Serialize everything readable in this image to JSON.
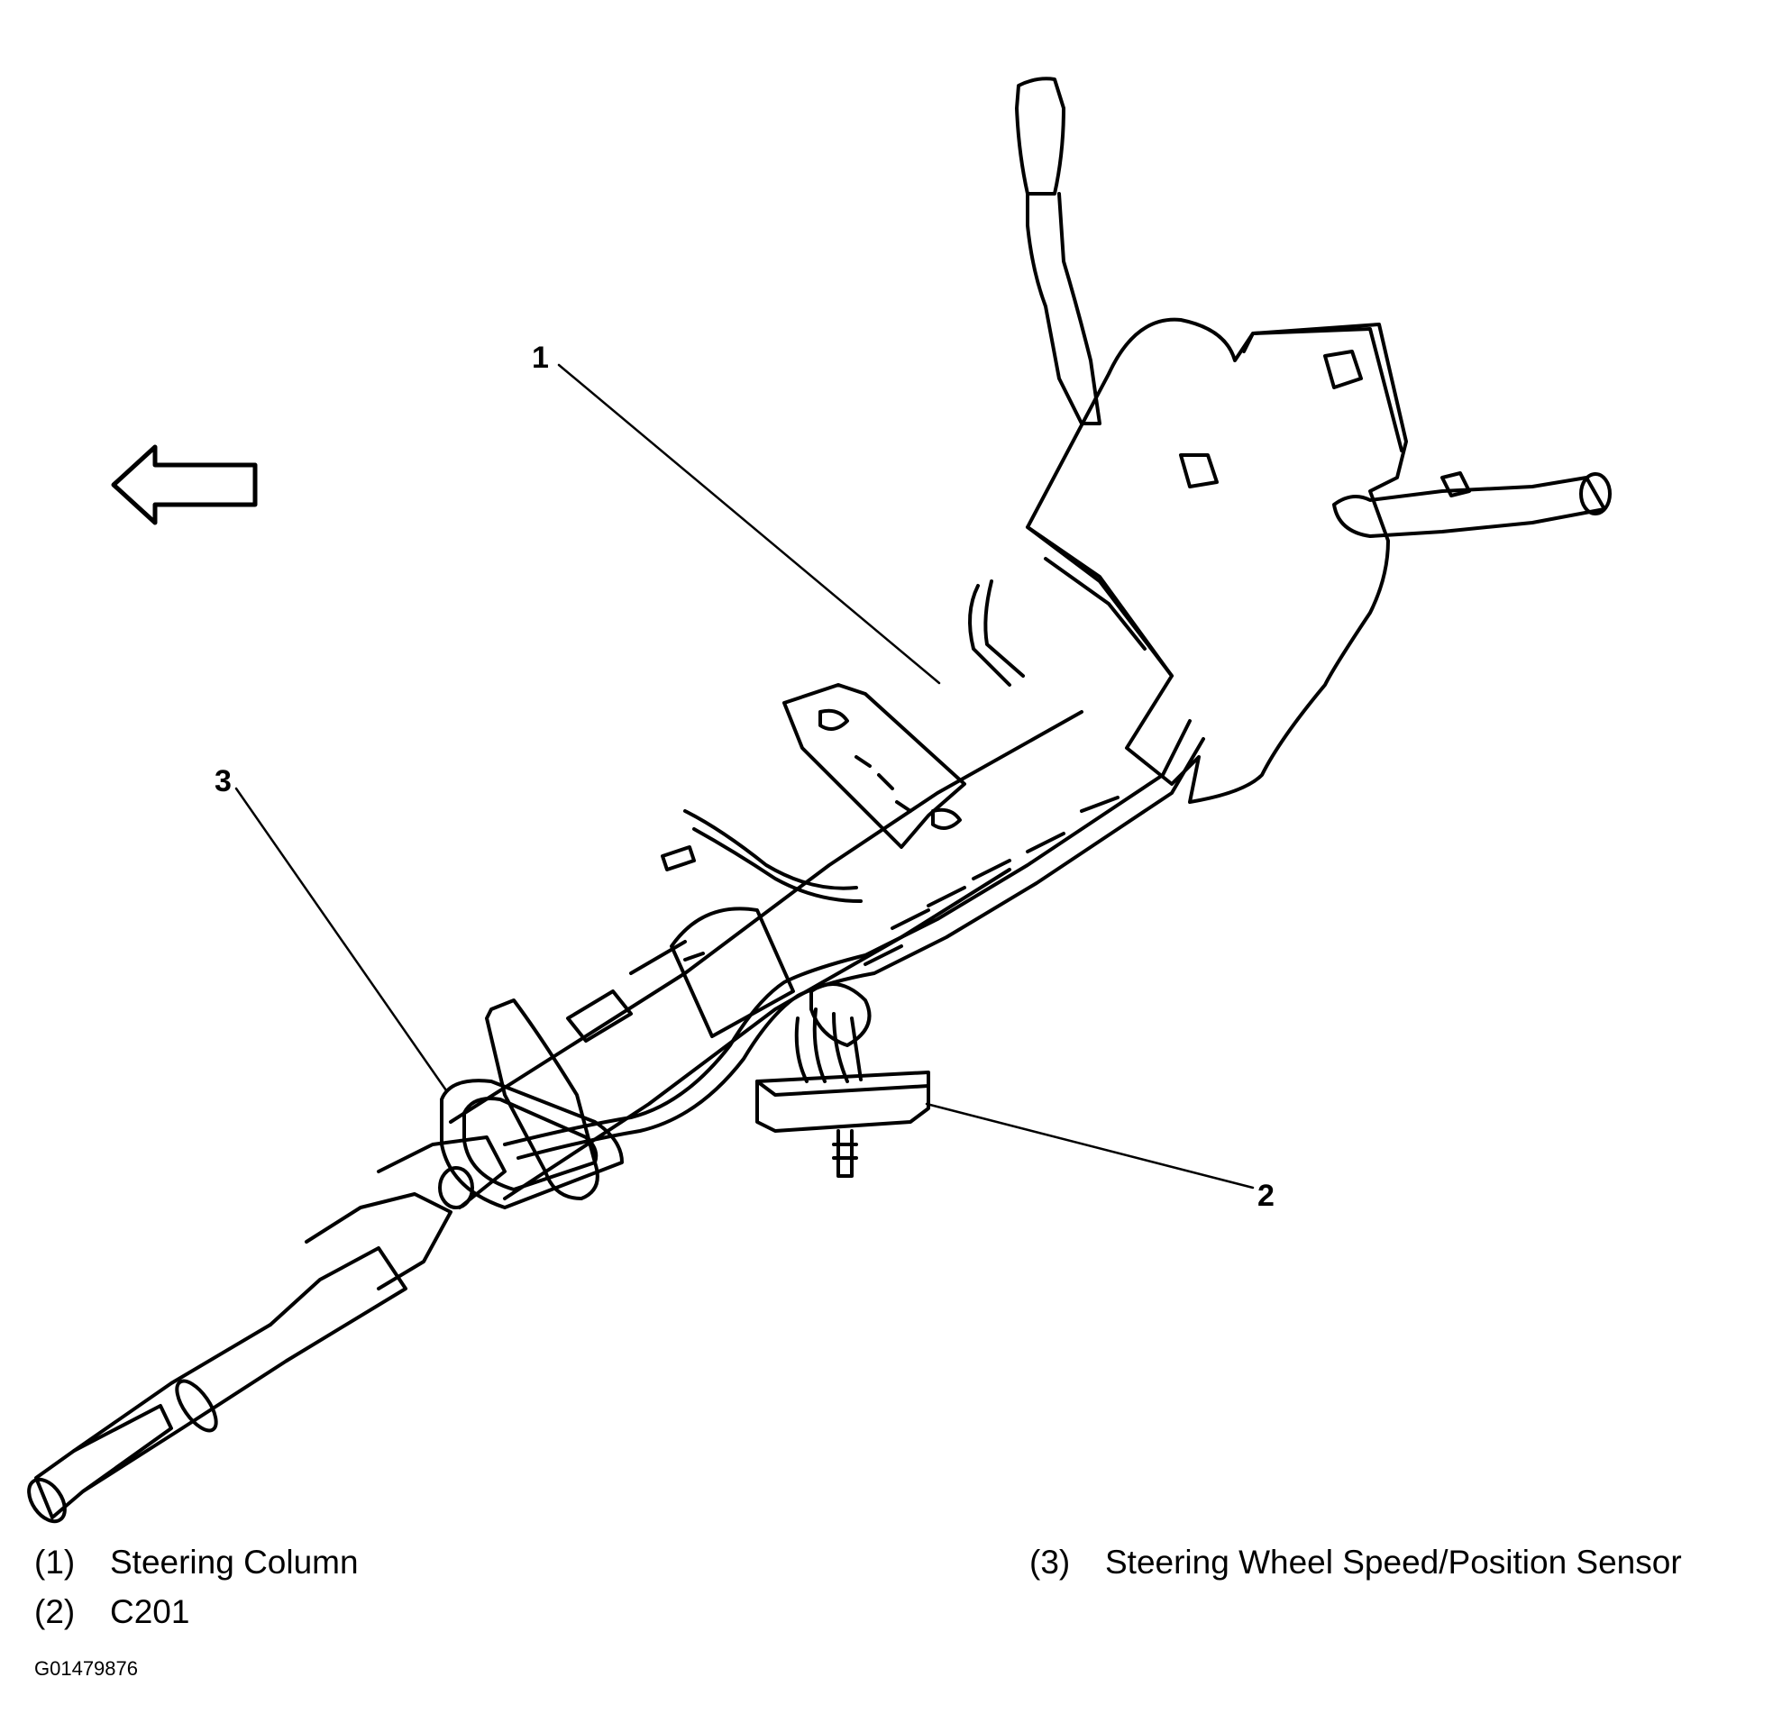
{
  "callouts": {
    "c1": "1",
    "c2": "2",
    "c3": "3"
  },
  "legend": [
    {
      "num": "(1)",
      "label": "Steering Column"
    },
    {
      "num": "(2)",
      "label": "C201"
    },
    {
      "num": "(3)",
      "label": "Steering Wheel Speed/Position Sensor"
    }
  ],
  "figure_id": "G01479876"
}
